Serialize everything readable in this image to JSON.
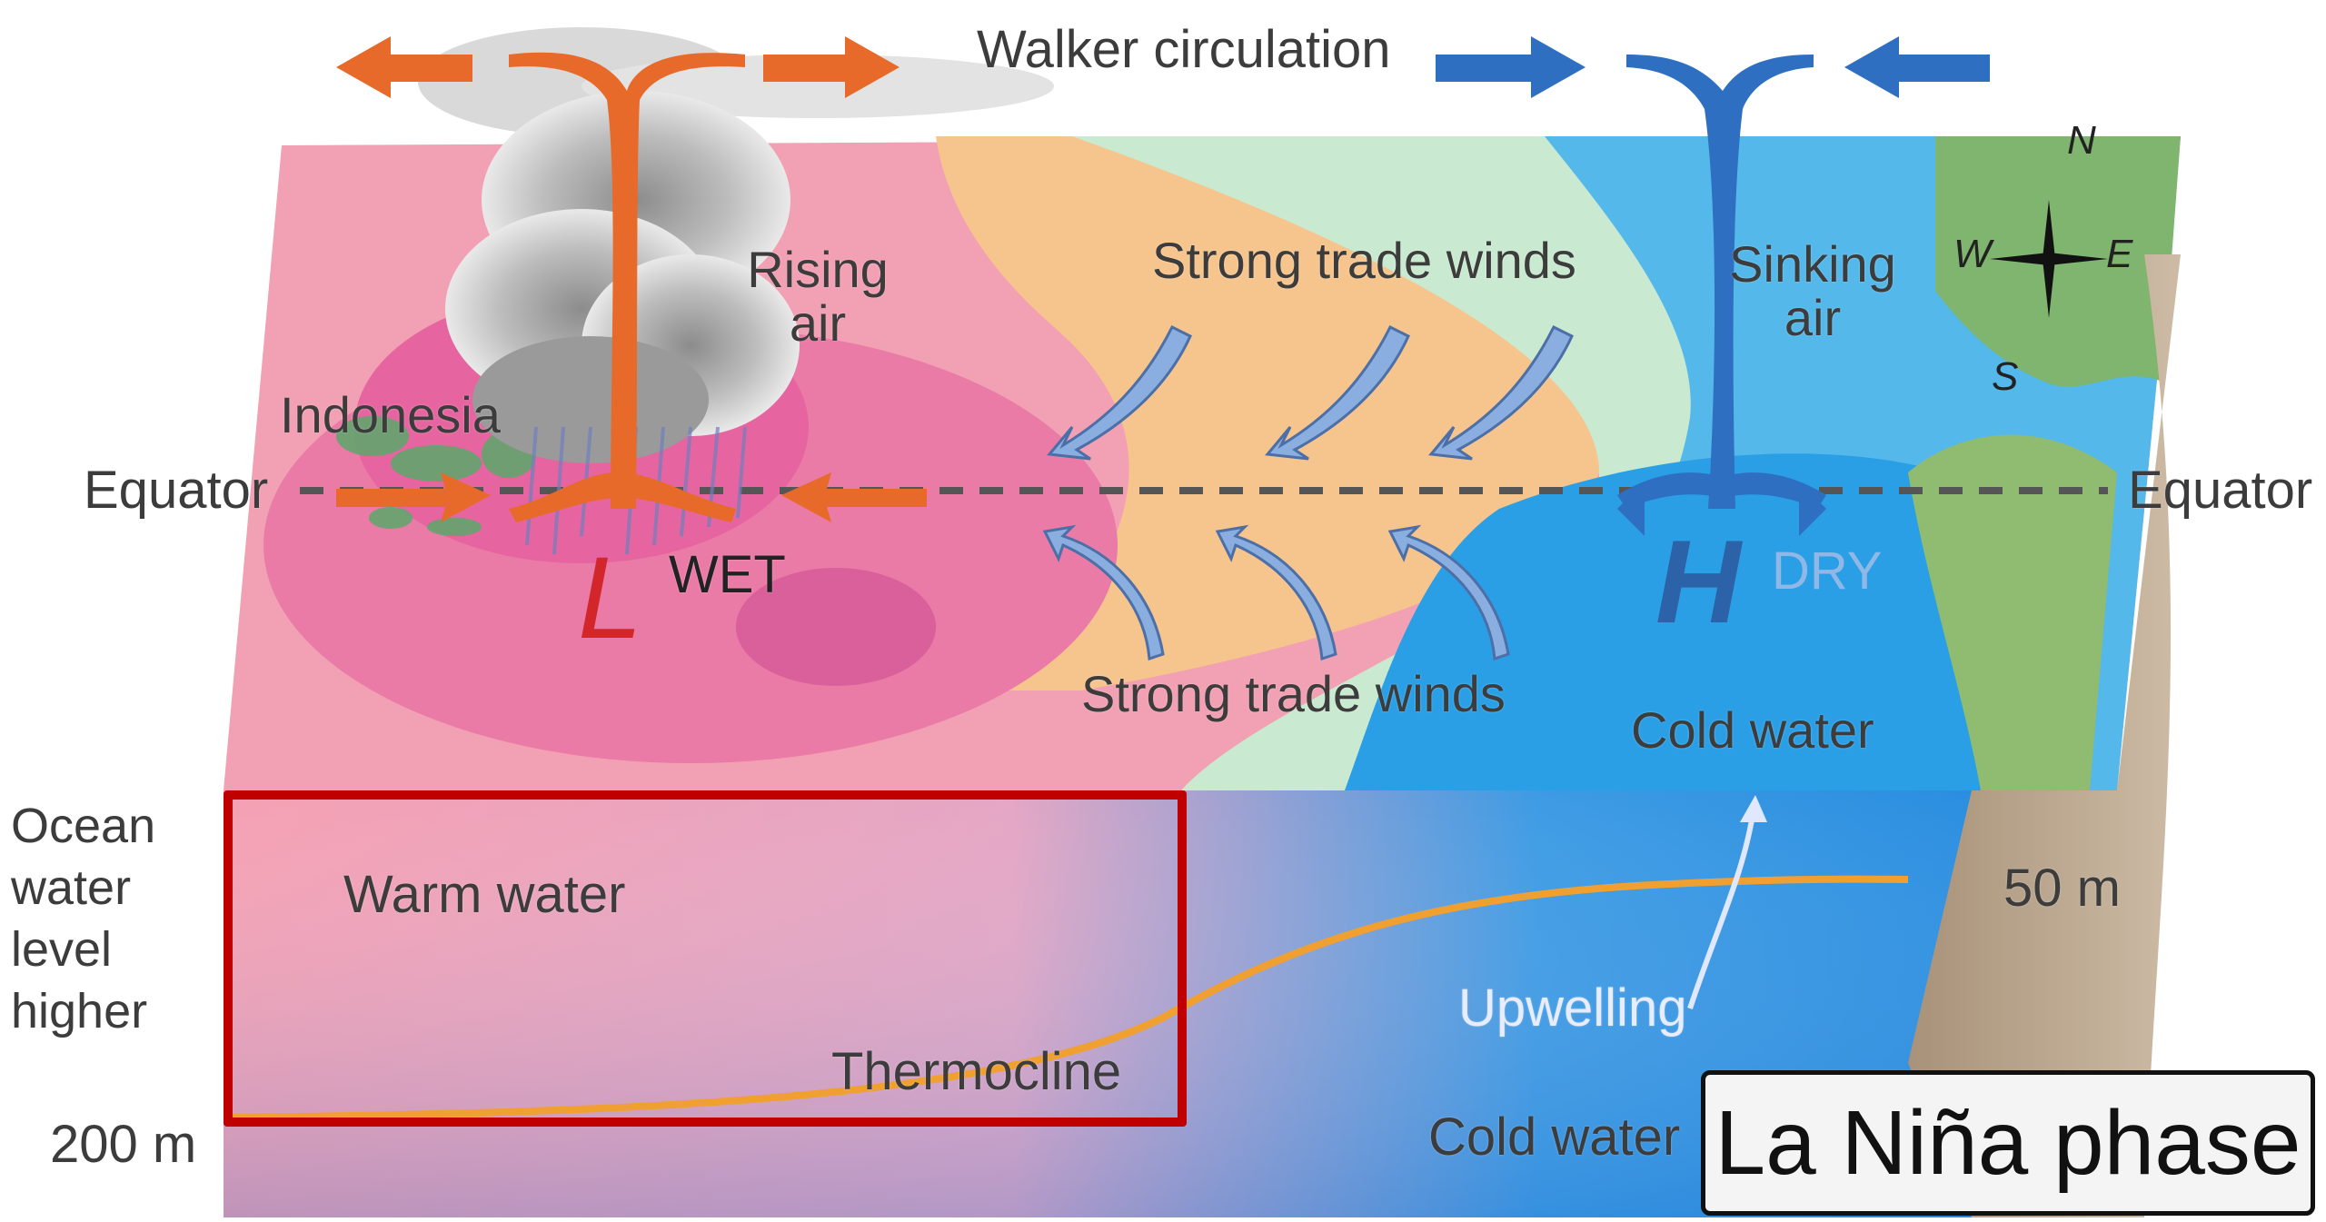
{
  "diagram": {
    "title": "Walker circulation",
    "phase_label": "La Niña phase",
    "labels": {
      "rising_air": [
        "Rising",
        "air"
      ],
      "sinking_air": [
        "Sinking",
        "air"
      ],
      "strong_trade_winds_top": "Strong trade winds",
      "strong_trade_winds_bottom": "Strong trade winds",
      "indonesia": "Indonesia",
      "equator_left": "Equator",
      "equator_right": "Equator",
      "low": "L",
      "wet": "WET",
      "high": "H",
      "dry": "DRY",
      "cold_water_surface": "Cold water",
      "ocean_level": [
        "Ocean",
        "water",
        "level",
        "higher"
      ],
      "warm_water": "Warm water",
      "thermocline": "Thermocline",
      "upwelling": "Upwelling",
      "cold_water_deep": "Cold water",
      "depth_50": "50 m",
      "depth_200": "200 m"
    },
    "compass": {
      "n": "N",
      "s": "S",
      "e": "E",
      "w": "W"
    },
    "colors": {
      "warm_pool": "#e7689e",
      "warm_sea": "#f2a1b4",
      "mid_sea": "#f6c58e",
      "cool_sea": "#c9ead0",
      "cold_sea": "#54b8ea",
      "coldest_sea": "#2a9fe6",
      "warm_air_arrow": "#e86a2a",
      "cold_air_arrow": "#2f6fc1",
      "trade_wind_arrow": "#8aaee0",
      "thermocline": "#f0a030",
      "highlight_box": "#c00000",
      "land": "#b9a58c"
    }
  }
}
